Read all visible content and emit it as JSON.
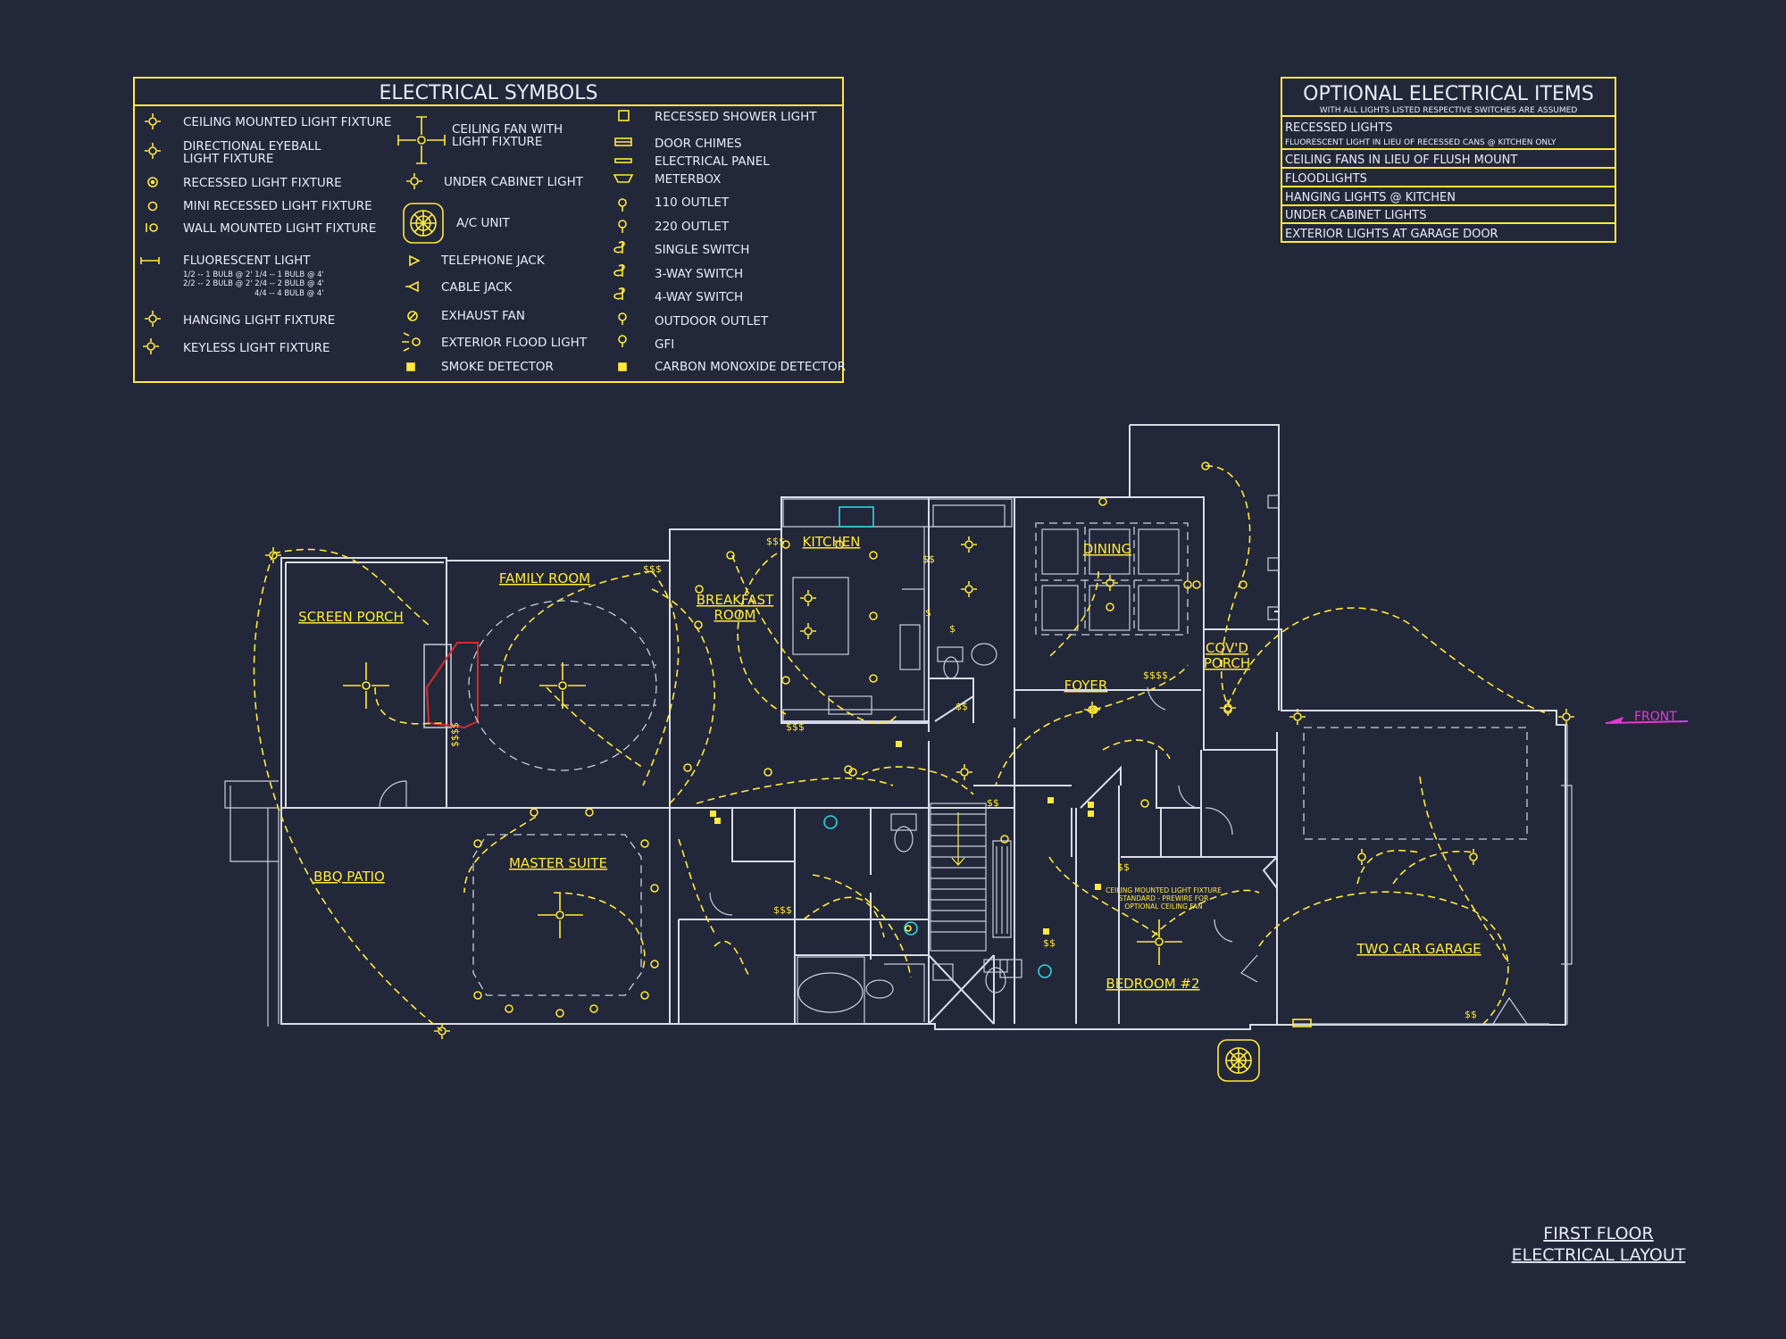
{
  "legend": {
    "title": "ELECTRICAL SYMBOLS",
    "col1": [
      "CEILING MOUNTED LIGHT FIXTURE",
      "DIRECTIONAL EYEBALL",
      "LIGHT FIXTURE",
      "RECESSED LIGHT FIXTURE",
      "MINI RECESSED LIGHT FIXTURE",
      "WALL MOUNTED LIGHT FIXTURE",
      "FLUORESCENT LIGHT",
      "1/2 -- 1 BULB @ 2'    1/4 -- 1 BULB @ 4'",
      "2/2 -- 2 BULB @ 2'    2/4 -- 2 BULB @ 4'",
      "4/4 -- 4 BULB @ 4'",
      "HANGING LIGHT FIXTURE",
      "KEYLESS LIGHT FIXTURE"
    ],
    "col2": [
      "CEILING FAN WITH",
      "LIGHT FIXTURE",
      "UNDER CABINET LIGHT",
      "A/C UNIT",
      "TELEPHONE JACK",
      "CABLE JACK",
      "EXHAUST FAN",
      "EXTERIOR FLOOD LIGHT",
      "SMOKE DETECTOR"
    ],
    "col3": [
      "RECESSED SHOWER LIGHT",
      "DOOR CHIMES",
      "ELECTRICAL PANEL",
      "METERBOX",
      "110 OUTLET",
      "220 OUTLET",
      "SINGLE SWITCH",
      "3-WAY SWITCH",
      "4-WAY SWITCH",
      "OUTDOOR OUTLET",
      "GFI",
      "CARBON MONOXIDE DETECTOR"
    ]
  },
  "optional": {
    "title": "OPTIONAL ELECTRICAL ITEMS",
    "subtitle": "WITH ALL LIGHTS LISTED RESPECTIVE SWITCHES ARE ASSUMED",
    "rows": [
      "RECESSED LIGHTS",
      "FLUORESCENT LIGHT IN LIEU OF RECESSED CANS @ KITCHEN ONLY",
      "CEILING FANS IN LIEU OF FLUSH MOUNT",
      "FLOODLIGHTS",
      "HANGING LIGHTS @ KITCHEN",
      "UNDER CABINET LIGHTS",
      "EXTERIOR LIGHTS AT GARAGE DOOR"
    ]
  },
  "rooms": {
    "screen_porch": "SCREEN PORCH",
    "family_room": "FAMILY ROOM",
    "breakfast": "BREAKFAST",
    "breakfast2": "ROOM",
    "kitchen": "KITCHEN",
    "dining": "DINING",
    "covd": "COV'D",
    "porch": "PORCH",
    "foyer": "FOYER",
    "bbq_patio": "BBQ PATIO",
    "master_suite": "MASTER SUITE",
    "bedroom2": "BEDROOM #2",
    "garage": "TWO CAR GARAGE"
  },
  "notes": {
    "bedroom_note1": "CEILING MOUNTED LIGHT FIXTURE",
    "bedroom_note2": "STANDARD - PREWIRE FOR",
    "bedroom_note3": "OPTIONAL CEILING FAN",
    "front": "FRONT"
  },
  "title": {
    "line1": "FIRST FLOOR",
    "line2": "ELECTRICAL LAYOUT"
  },
  "colors": {
    "background": "#23273a",
    "symbols": "#ffea3a",
    "walls": "#d9dde8",
    "front_arrow": "#e03bd6",
    "fixture_cyan": "#2fd4e0",
    "fireplace": "#d62b2b"
  }
}
